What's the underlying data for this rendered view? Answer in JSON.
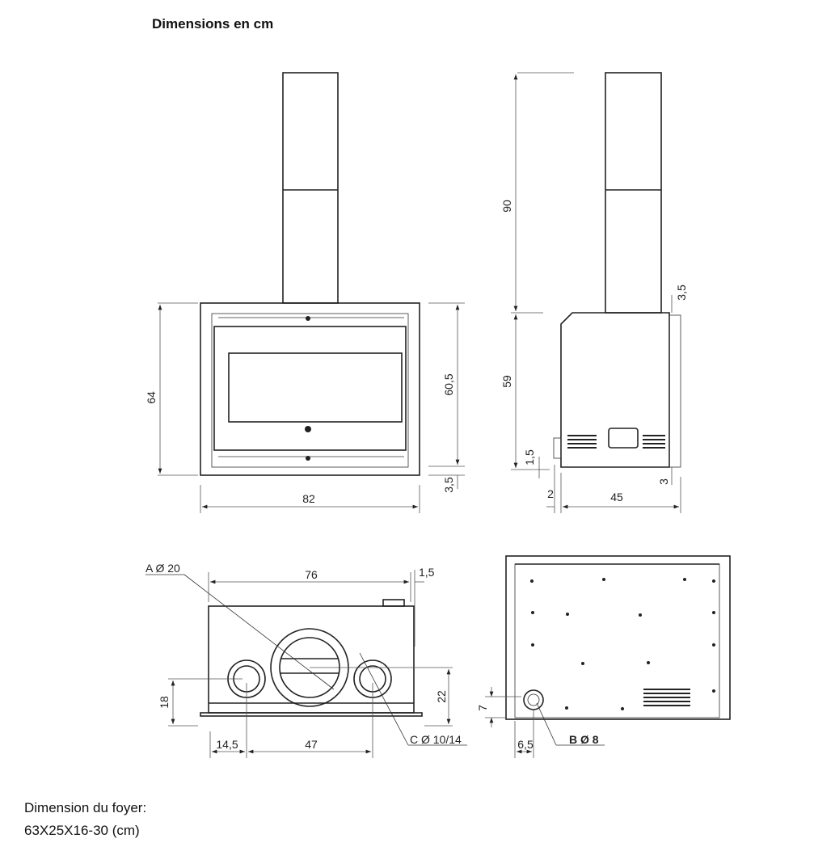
{
  "title": "Dimensions en cm",
  "front_view": {
    "width": "82",
    "height": "64",
    "door_height": "60,5",
    "base_offset": "3,5"
  },
  "side_view": {
    "flue_height": "90",
    "body_height": "59",
    "bottom_offset": "1,5",
    "top_offset": "3,5",
    "front_offset": "3",
    "back_offset": "2",
    "depth": "45"
  },
  "bottom_view": {
    "width": "76",
    "edge_offset": "1,5",
    "outlet_a": "A Ø 20",
    "outlet_c": "C Ø 10/14",
    "height_left": "18",
    "height_right": "22",
    "left_offset": "14,5",
    "spacing": "47"
  },
  "back_view": {
    "inlet_b": "B Ø 8",
    "inlet_height": "7",
    "inlet_offset": "6,5"
  },
  "footer": {
    "label": "Dimension du foyer:",
    "value": "63X25X16-30 (cm)"
  }
}
